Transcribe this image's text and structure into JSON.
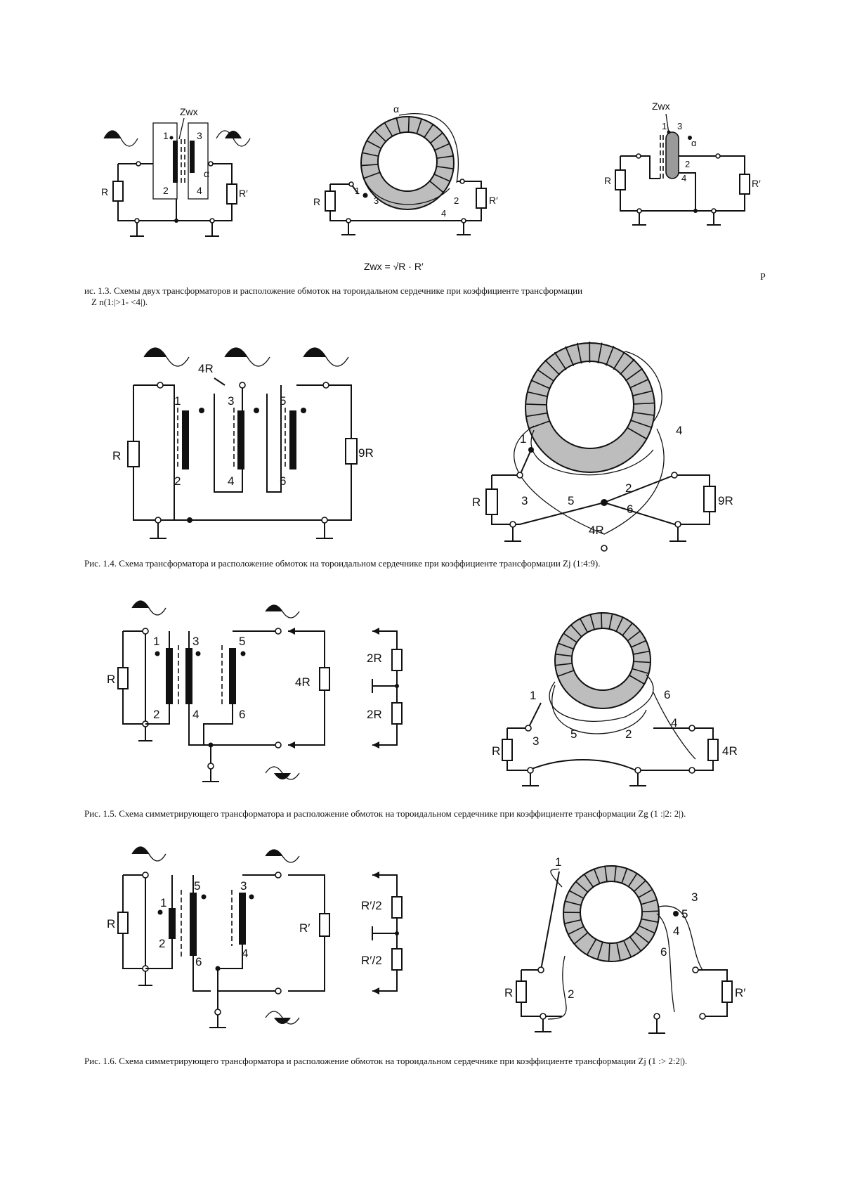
{
  "fig13": {
    "zwx": "Zwx",
    "pins": [
      "1",
      "2",
      "3",
      "4"
    ],
    "alpha": "α",
    "r": "R",
    "rp": "R′",
    "formula": "Zwx = √R · R′",
    "page_mark": "P",
    "caption": "ис. 1.3. Схемы двух трансформаторов и расположение обмоток на тороидальном сердечнике при коэффициенте трансформации",
    "caption2": "Z n(1:|>1- <4|)."
  },
  "fig14": {
    "pins": [
      "1",
      "2",
      "3",
      "4",
      "5",
      "6"
    ],
    "r": "R",
    "r4": "4R",
    "r9": "9R",
    "caption": "Рис. 1.4. Схема трансформатора и расположение обмоток на тороидальном сердечнике при коэффициенте трансформации Zj (1:4:9)."
  },
  "fig15": {
    "pins": [
      "1",
      "2",
      "3",
      "4",
      "5",
      "6"
    ],
    "r": "R",
    "r4": "4R",
    "r2": "2R",
    "caption": "Рис. 1.5. Схема симметрирующего трансформатора и расположение обмоток на тороидальном сердечнике при коэффициенте трансформации Zg (1 :|2: 2|)."
  },
  "fig16": {
    "pins": [
      "1",
      "2",
      "3",
      "4",
      "5",
      "6"
    ],
    "r": "R",
    "rp": "R′",
    "rhalf": "R′/2",
    "caption": "Рис. 1.6. Схема симметрирующего трансформатора и расположение обмоток на тороидальном сердечнике при коэффициенте трансформации Zj (1 :> 2:2|)."
  }
}
